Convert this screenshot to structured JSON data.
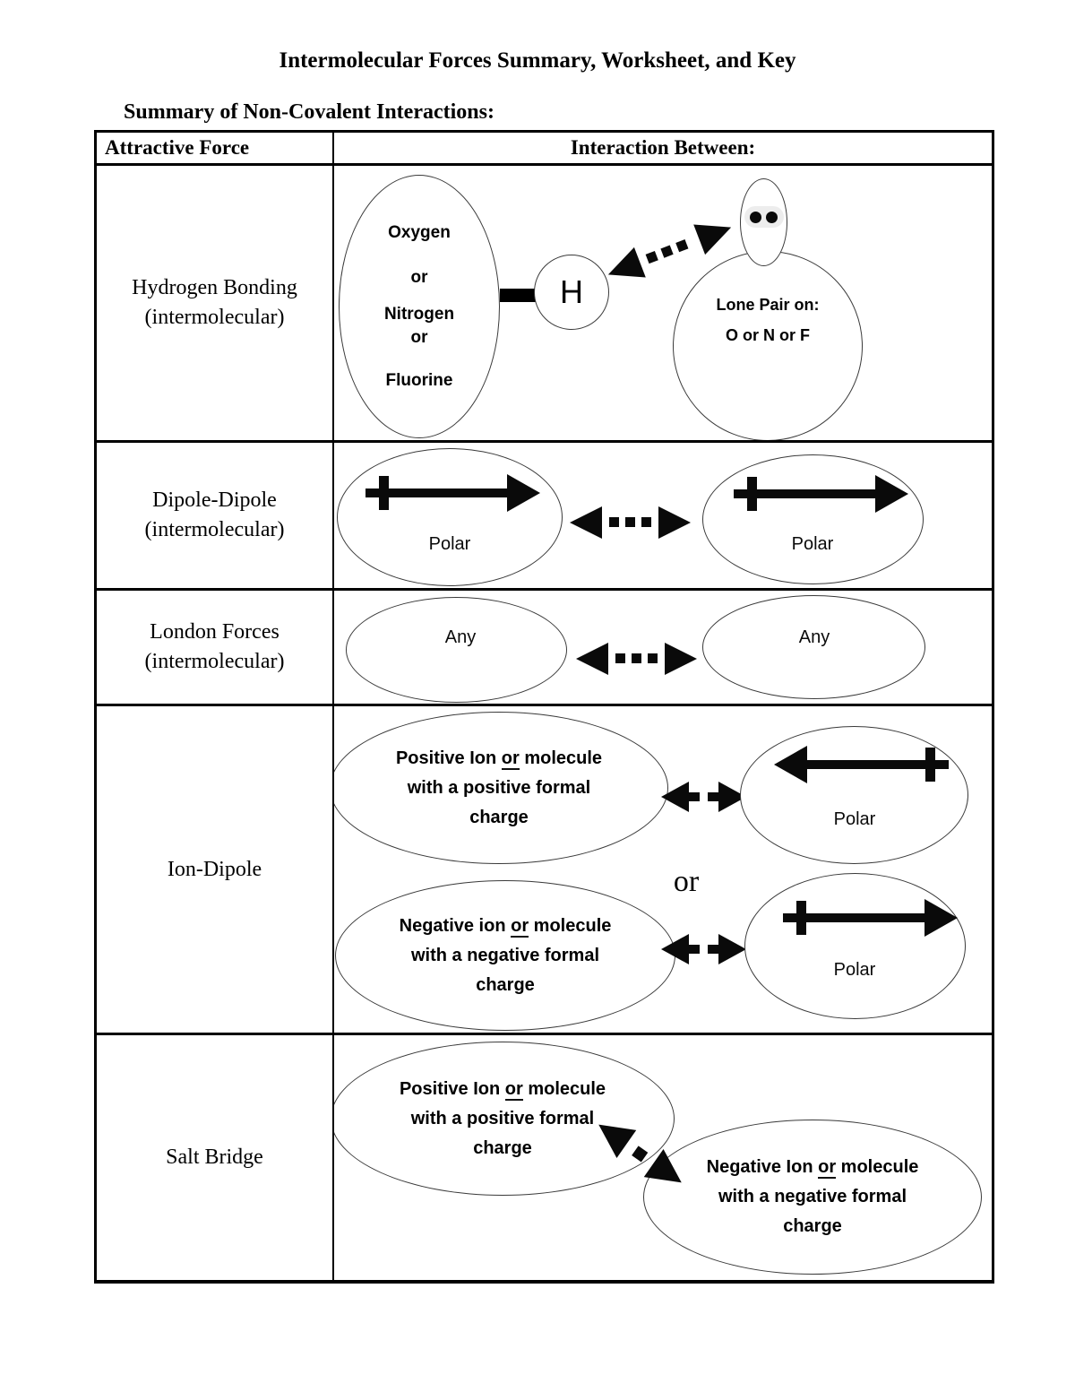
{
  "page": {
    "title": "Intermolecular Forces Summary, Worksheet, and Key",
    "section_heading": "Summary of Non-Covalent Interactions:"
  },
  "table": {
    "header": {
      "attractive_force": "Attractive Force",
      "interaction_between": "Interaction Between:"
    },
    "hydrogen_bonding": {
      "label_line1": "Hydrogen Bonding",
      "label_line2": "(intermolecular)",
      "donor_lines": [
        "Oxygen",
        "or",
        "Nitrogen",
        "or",
        "Fluorine"
      ],
      "hydrogen_symbol": "H",
      "acceptor_line1": "Lone Pair on:",
      "acceptor_line2": "O or N or F"
    },
    "dipole_dipole": {
      "label_line1": "Dipole-Dipole",
      "label_line2": "(intermolecular)",
      "left_molecule": "Polar",
      "right_molecule": "Polar"
    },
    "london_forces": {
      "label_line1": "London Forces",
      "label_line2": "(intermolecular)",
      "left_molecule": "Any",
      "right_molecule": "Any"
    },
    "ion_dipole": {
      "label": "Ion-Dipole",
      "or_separator": "or",
      "positive_ion": {
        "l1a": "Positive Ion",
        "l1b": "or",
        "l1c": "molecule",
        "l2": "with a positive formal",
        "l3": "charge"
      },
      "top_polar": "Polar",
      "negative_ion": {
        "l1a": "Negative ion",
        "l1b": "or",
        "l1c": "molecule",
        "l2": "with a negative formal",
        "l3": "charge"
      },
      "bottom_polar": "Polar"
    },
    "salt_bridge": {
      "label": "Salt Bridge",
      "positive_ion": {
        "l1a": "Positive Ion",
        "l1b": "or",
        "l1c": "molecule",
        "l2": "with a positive formal",
        "l3": "charge"
      },
      "negative_ion": {
        "l1a": "Negative Ion",
        "l1b": "or",
        "l1c": "molecule",
        "l2": "with a negative formal",
        "l3": "charge"
      }
    }
  }
}
